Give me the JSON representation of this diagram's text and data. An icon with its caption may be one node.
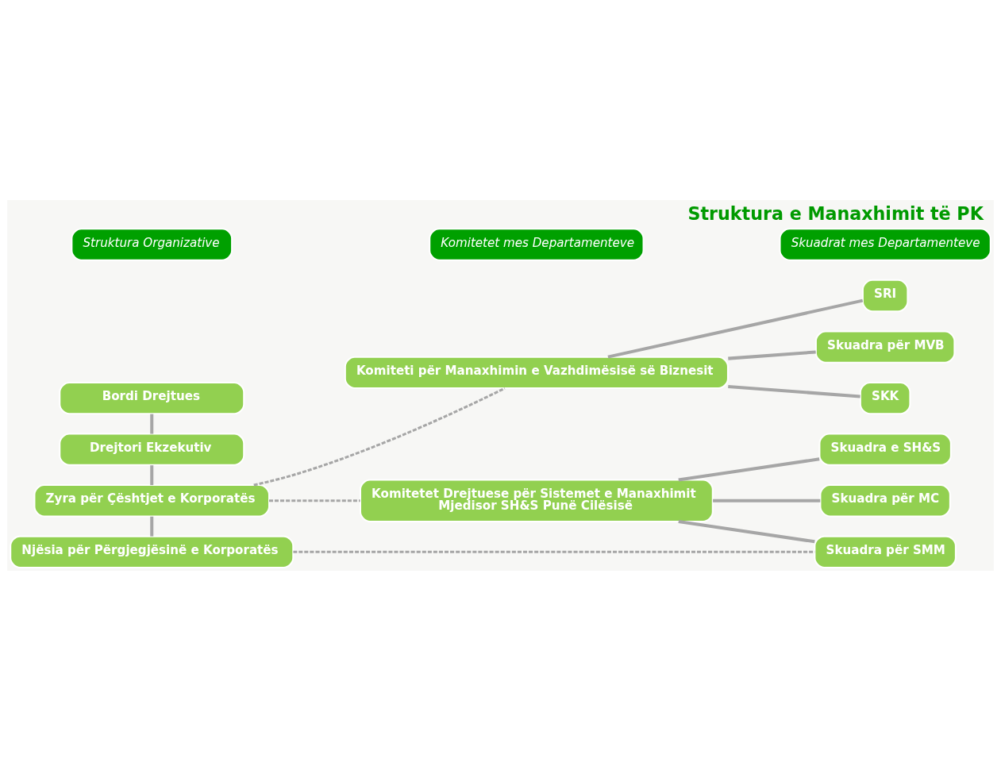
{
  "diagram": {
    "title": "Struktura e Manaxhimit të PK",
    "nodes": [
      {
        "text": [
          "Bordi Drejtues"
        ]
      },
      {
        "text": [
          "Drejtori Ekzekutiv"
        ]
      },
      {
        "text": [
          "Zyra për Çështjet e Korporatës"
        ]
      },
      {
        "text": [
          "Njësia për Përgjegjësinë e Korporatës"
        ]
      },
      {
        "text": [
          "Komitetet Drejtuese për Sistemet e Manaxhimit",
          "Mjedisor SH&S Punë Cilësisë"
        ]
      },
      {
        "text": [
          "Komiteti për Manaxhimin e Vazhdimësisë së Biznesit"
        ]
      },
      {
        "text": [
          "Skuadra për MC"
        ]
      },
      {
        "text": [
          "Skuadra e SH&S"
        ]
      },
      {
        "text": [
          "Skuadra për SMM"
        ]
      },
      {
        "text": [
          "SRI"
        ]
      },
      {
        "text": [
          "Skuadra për MVB"
        ]
      },
      {
        "text": [
          "SKK"
        ]
      },
      {
        "text": [
          "Struktura Organizative"
        ]
      },
      {
        "text": [
          "Komitetet mes Departamenteve"
        ]
      },
      {
        "text": [
          "Skuadrat mes Departamenteve"
        ]
      }
    ],
    "edges": [
      {
        "from": 0,
        "to": 1,
        "arrow": "none"
      },
      {
        "from": 1,
        "to": 2,
        "arrow": "none"
      },
      {
        "from": 2,
        "to": 3,
        "arrow": "none"
      },
      {
        "from": 2,
        "to": 4,
        "arrow": "none",
        "style": "dashed"
      },
      {
        "from": 2,
        "to": 5,
        "arrow": "none",
        "style": "dashed"
      },
      {
        "from": 3,
        "to": 8,
        "arrow": "none",
        "style": "dashed"
      },
      {
        "from": 4,
        "to": 6,
        "arrow": "none"
      },
      {
        "from": 4,
        "to": 7,
        "arrow": "none"
      },
      {
        "from": 4,
        "to": 8,
        "arrow": "none"
      },
      {
        "from": 5,
        "to": 9,
        "arrow": "none"
      },
      {
        "from": 5,
        "to": 10,
        "arrow": "none"
      },
      {
        "from": 5,
        "to": 11,
        "arrow": "none"
      }
    ]
  }
}
